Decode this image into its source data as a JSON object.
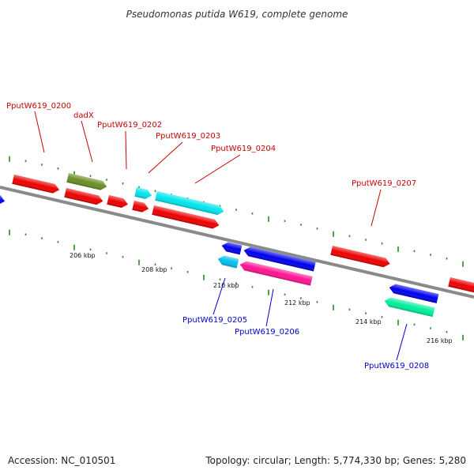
{
  "title": "Pseudomonas putida W619, complete genome",
  "footer": {
    "accession": "Accession: NC_010501",
    "summary": "Topology: circular; Length: 5,774,330 bp; Genes: 5,280"
  },
  "colors": {
    "backbone": "#8a8a8a",
    "tick": "#228b22",
    "forward_label": "#cc0000",
    "reverse_label": "#0000cc"
  },
  "ticks": [
    {
      "label": "206 kbp"
    },
    {
      "label": "208 kbp"
    },
    {
      "label": "210 kbp"
    },
    {
      "label": "212 kbp"
    },
    {
      "label": "214 kbp"
    },
    {
      "label": "216 kbp"
    }
  ],
  "genes": [
    {
      "label": "",
      "strand": "+",
      "color": "#0000ee"
    },
    {
      "label": "PputW619_0200",
      "strand": "+",
      "color": "#ee0000"
    },
    {
      "label": "dadX",
      "strand": "+",
      "color": "#6b8e23"
    },
    {
      "label": "",
      "strand": "+",
      "color": "#ee0000"
    },
    {
      "label": "PputW619_0202",
      "strand": "+",
      "color": "#ee0000"
    },
    {
      "label": "PputW619_0203",
      "strand": "+",
      "color": "#00e5ee"
    },
    {
      "label": "",
      "strand": "+",
      "color": "#ee0000"
    },
    {
      "label": "PputW619_0204",
      "strand": "+",
      "color": "#00e5ee"
    },
    {
      "label": "",
      "strand": "+",
      "color": "#ee0000"
    },
    {
      "label": "PputW619_0205",
      "strand": "-",
      "color": "#00bfee"
    },
    {
      "label": "",
      "strand": "-",
      "color": "#0000ee"
    },
    {
      "label": "",
      "strand": "-",
      "color": "#0000ee"
    },
    {
      "label": "PputW619_0206",
      "strand": "-",
      "color": "#ff1493"
    },
    {
      "label": "PputW619_0207",
      "strand": "+",
      "color": "#ee0000"
    },
    {
      "label": "",
      "strand": "-",
      "color": "#0000ee"
    },
    {
      "label": "PputW619_0208",
      "strand": "-",
      "color": "#00ee9a"
    },
    {
      "label": "",
      "strand": "+",
      "color": "#ee0000"
    }
  ]
}
